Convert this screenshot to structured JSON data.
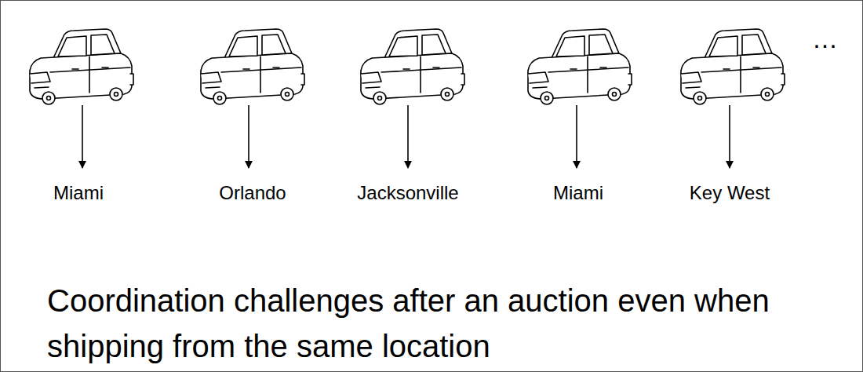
{
  "diagram": {
    "caption": "Coordination challenges after an auction even when shipping from the same location",
    "labels": [
      "Miami",
      "Orlando",
      "Jacksonville",
      "Miami",
      "Key West",
      "..."
    ]
  }
}
